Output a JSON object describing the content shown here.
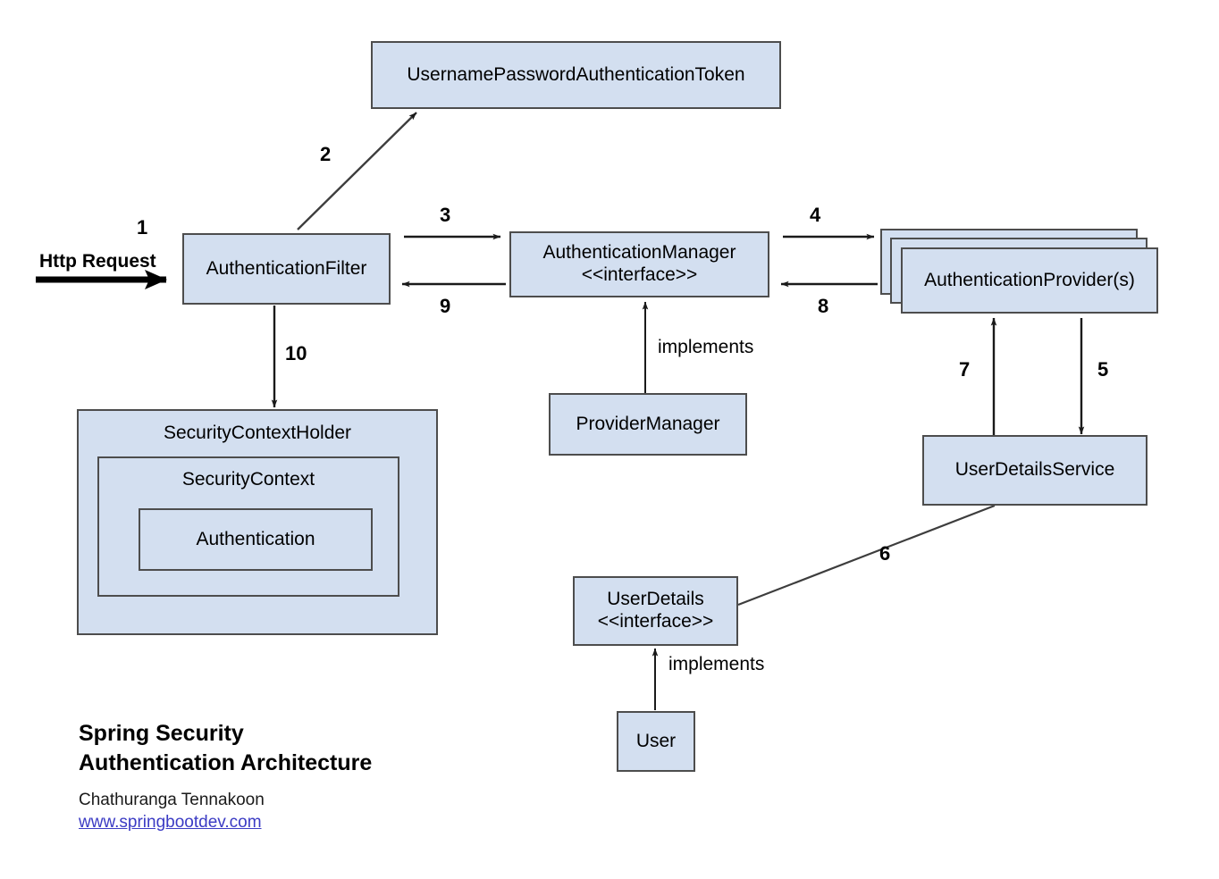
{
  "diagram": {
    "title": "Spring Security Authentication Architecture",
    "colors": {
      "box_fill": "#d3dff0",
      "box_stroke": "#4d4d4d",
      "line": "#1a1a1a",
      "link": "#3b3bc4",
      "background": "#ffffff"
    },
    "nodes": {
      "upat": {
        "label": "UsernamePasswordAuthenticationToken"
      },
      "auth_filter": {
        "label": "AuthenticationFilter"
      },
      "auth_manager": {
        "label": "AuthenticationManager\n<<interface>>"
      },
      "auth_provider": {
        "label": "AuthenticationProvider(s)"
      },
      "provider_manager": {
        "label": "ProviderManager"
      },
      "user_details_service": {
        "label": "UserDetailsService"
      },
      "user_details": {
        "label": "UserDetails\n<<interface>>"
      },
      "user": {
        "label": "User"
      },
      "security_context_holder": {
        "label": "SecurityContextHolder"
      },
      "security_context": {
        "label": "SecurityContext"
      },
      "authentication": {
        "label": "Authentication"
      }
    },
    "edge_labels": {
      "http_request": "Http Request",
      "step1": "1",
      "step2": "2",
      "step3": "3",
      "step4": "4",
      "step5": "5",
      "step6": "6",
      "step7": "7",
      "step8": "8",
      "step9": "9",
      "step10": "10",
      "implements_manager": "implements",
      "implements_user": "implements"
    },
    "footer": {
      "title": "Spring Security\nAuthentication Architecture",
      "author": "Chathuranga Tennakoon",
      "link": "www.springbootdev.com"
    }
  }
}
